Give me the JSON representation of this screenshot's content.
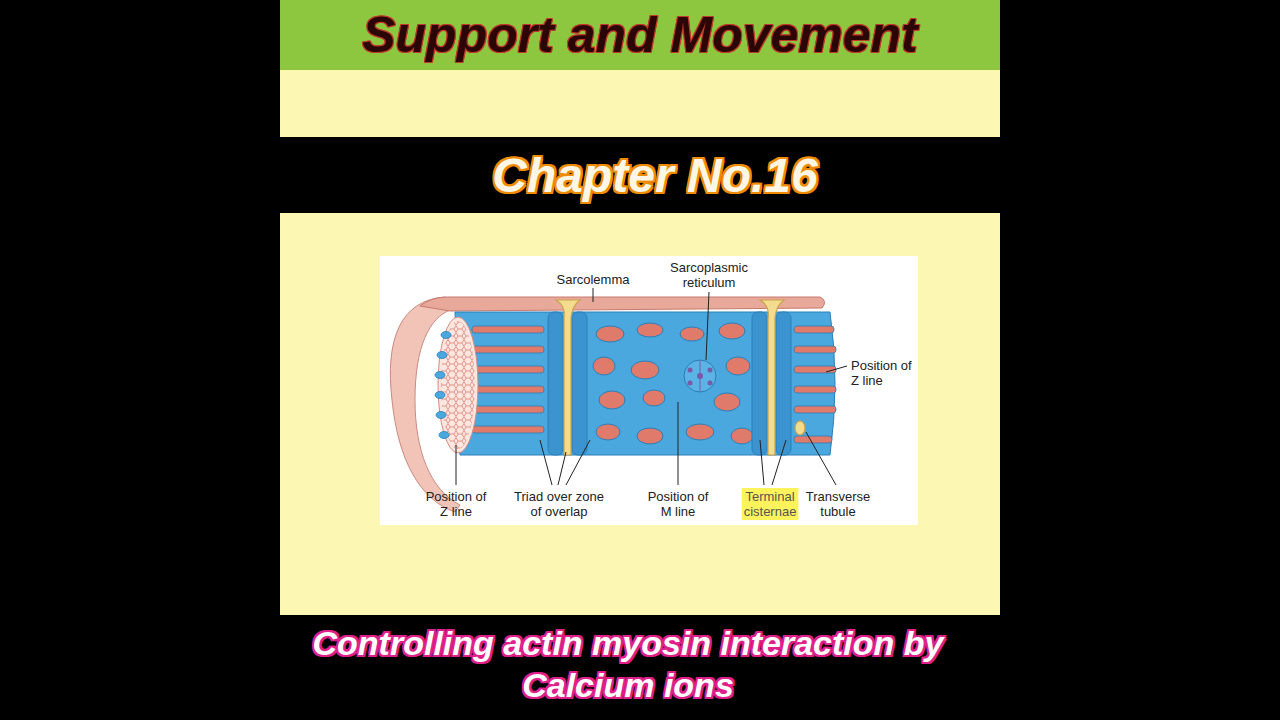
{
  "diagram": {
    "title": "Support and Movement",
    "caption": "Controlling actin myosin interaction by Calcium ions",
    "labels": [
      "Chapter No.16",
      "Sarcolemma",
      "Sarcoplasmic reticulum",
      "Position of Z line",
      "Position of Z line",
      "Triad over zone of overlap",
      "Position of M line",
      "Terminal cisternae",
      "Transverse tubule"
    ]
  }
}
